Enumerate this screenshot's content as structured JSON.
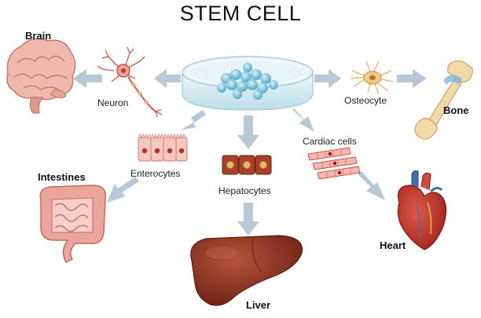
{
  "title": "STEM CELL",
  "organs": {
    "brain": "Brain",
    "bone": "Bone",
    "intestines": "Intestines",
    "liver": "Liver",
    "heart": "Heart"
  },
  "cells": {
    "neuron": "Neuron",
    "osteocyte": "Osteocyte",
    "enterocytes": "Enterocytes",
    "hepatocytes": "Hepatocytes",
    "cardiac": "Cardiac cells"
  },
  "colors": {
    "arrow": "#b7c9d6",
    "dish": "#cfe6ef",
    "stem_cell": "#4fa8c8",
    "brain": "#f0b9ad",
    "liver": "#8b2f1e",
    "heart": "#c8352a",
    "bone": "#f2d9a8",
    "intestine": "#eba69b"
  }
}
